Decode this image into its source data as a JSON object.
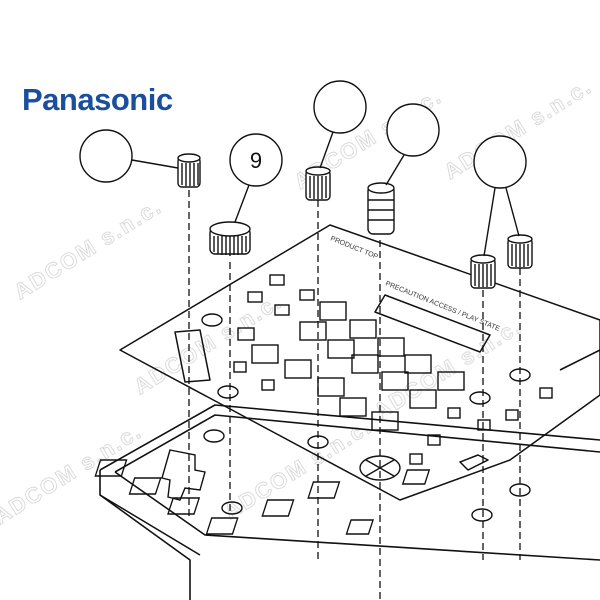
{
  "brand": {
    "logo_text": "Panasonic",
    "color": "#1b4f9c"
  },
  "callouts": [
    {
      "id": "a",
      "label": ""
    },
    {
      "id": "b",
      "label": "9"
    },
    {
      "id": "c",
      "label": ""
    },
    {
      "id": "d",
      "label": ""
    },
    {
      "id": "e",
      "label": ""
    }
  ],
  "panel_text": {
    "line1": "PRODUCT TOP",
    "line2": "PRECAUTION ACCESS / PLAY STATE"
  },
  "watermark": {
    "text": "ADCOM s.n.c."
  }
}
